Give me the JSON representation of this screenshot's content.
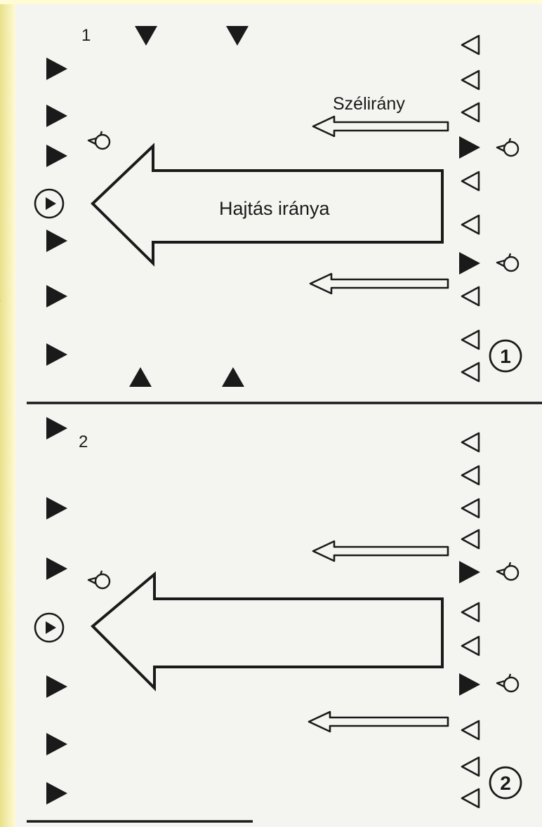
{
  "panels": [
    {
      "number": "1",
      "circled_label": "1",
      "arrow_label": "Hajtás iránya",
      "wind_label": "Szélirány"
    },
    {
      "number": "2",
      "circled_label": "2",
      "arrow_label": "",
      "wind_label": ""
    }
  ],
  "edge_glyph": ")",
  "colors": {
    "ink": "#1a1a1a",
    "paper": "#f4f4f1",
    "slide_bg": "#ffffd8"
  },
  "icons": {
    "hunter_stand": "filled-triangle-right",
    "hunter_top": "filled-triangle-down",
    "hunter_bottom": "filled-triangle-up",
    "beater": "hollow-triangle-left",
    "dog": "dog-symbol",
    "leader": "circled-triangle"
  }
}
